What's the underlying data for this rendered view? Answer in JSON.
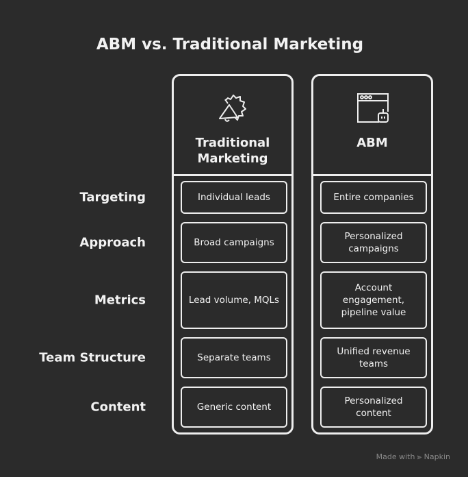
{
  "title": "ABM vs. Traditional Marketing",
  "columns": [
    {
      "label": "Traditional Marketing",
      "icon": "megaphone-icon",
      "cells": [
        "Individual leads",
        "Broad campaigns",
        "Lead volume, MQLs",
        "Separate teams",
        "Generic content"
      ]
    },
    {
      "label": "ABM",
      "icon": "browser-robot-icon",
      "cells": [
        "Entire companies",
        "Personalized campaigns",
        "Account engagement, pipeline value",
        "Unified revenue teams",
        "Personalized content"
      ]
    }
  ],
  "rows": [
    "Targeting",
    "Approach",
    "Metrics",
    "Team Structure",
    "Content"
  ],
  "credit": "Made with ⫸ Napkin"
}
